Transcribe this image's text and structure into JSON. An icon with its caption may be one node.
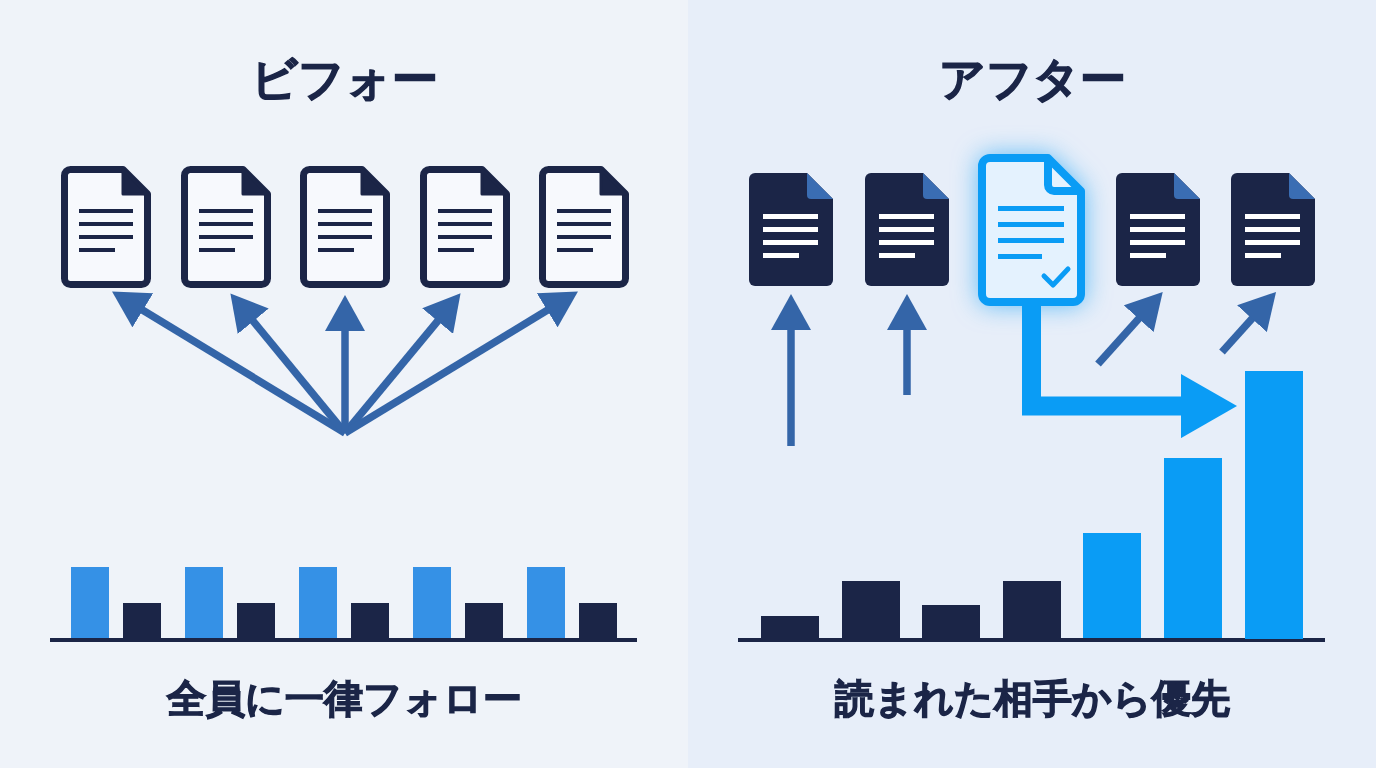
{
  "diagram": {
    "nodes": [
      {
        "text": [
          "ビフォー",
          "全員に一律フォロー"
        ]
      },
      {
        "text": [],
        "shape": "document",
        "in": 0
      },
      {
        "text": [],
        "shape": "document",
        "in": 0
      },
      {
        "text": [],
        "shape": "document",
        "in": 0
      },
      {
        "text": [],
        "shape": "document",
        "in": 0
      },
      {
        "text": [],
        "shape": "document",
        "in": 0
      },
      {
        "text": [
          "アフター",
          "読まれた相手から優先"
        ]
      },
      {
        "text": [],
        "shape": "document",
        "in": 6
      },
      {
        "text": [],
        "shape": "document",
        "in": 6
      },
      {
        "text": [],
        "shape": "document",
        "in": 6
      },
      {
        "text": [],
        "shape": "document",
        "in": 6
      },
      {
        "text": [],
        "shape": "document",
        "in": 6
      },
      {
        "text": [],
        "shape": "bar",
        "in": 6
      }
    ],
    "edges": [
      {
        "from": null,
        "to": 1,
        "arrow": "to"
      },
      {
        "from": null,
        "to": 2,
        "arrow": "to"
      },
      {
        "from": null,
        "to": 3,
        "arrow": "to"
      },
      {
        "from": null,
        "to": 4,
        "arrow": "to"
      },
      {
        "from": null,
        "to": 5,
        "arrow": "to"
      },
      {
        "from": null,
        "to": 7,
        "arrow": "to"
      },
      {
        "from": null,
        "to": 8,
        "arrow": "to"
      },
      {
        "from": 9,
        "to": 12,
        "arrow": "to",
        "style": "thick",
        "color": "#0a9cf5"
      },
      {
        "from": null,
        "to": 10,
        "arrow": "to"
      },
      {
        "from": null,
        "to": 11,
        "arrow": "to"
      }
    ]
  }
}
